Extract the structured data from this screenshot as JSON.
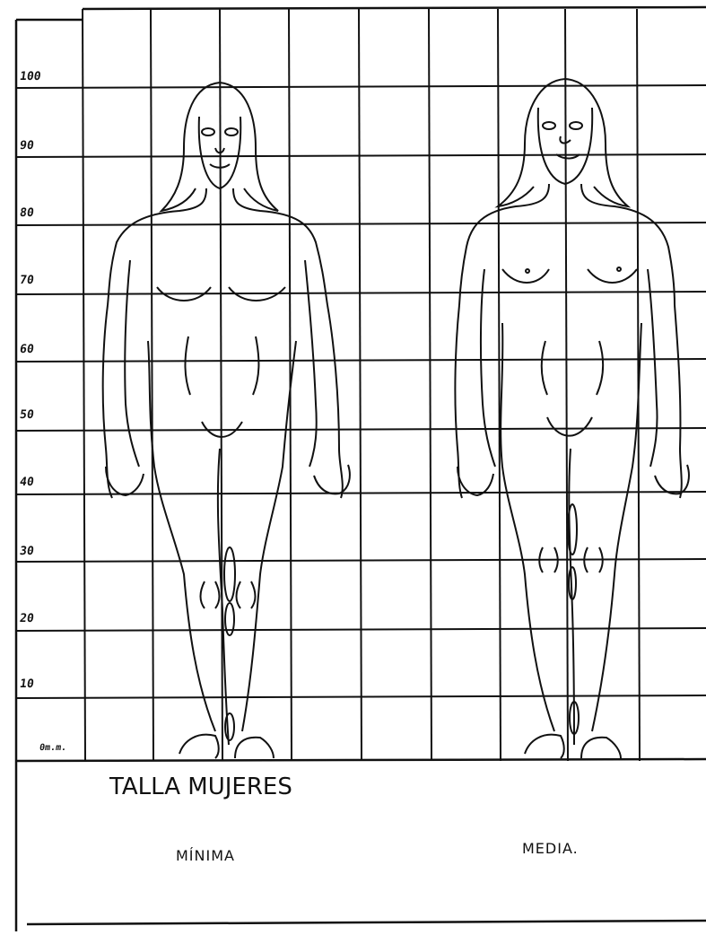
{
  "scale": {
    "labels": [
      "100",
      "90",
      "80",
      "70",
      "60",
      "50",
      "40",
      "30",
      "20",
      "10",
      "0m.m."
    ]
  },
  "caption": {
    "title": "TALLA MUJERES",
    "figure_min": "MÍNIMA",
    "figure_med": "MEDIA."
  },
  "colors": {
    "ink": "#111111",
    "paper": "#ffffff"
  }
}
